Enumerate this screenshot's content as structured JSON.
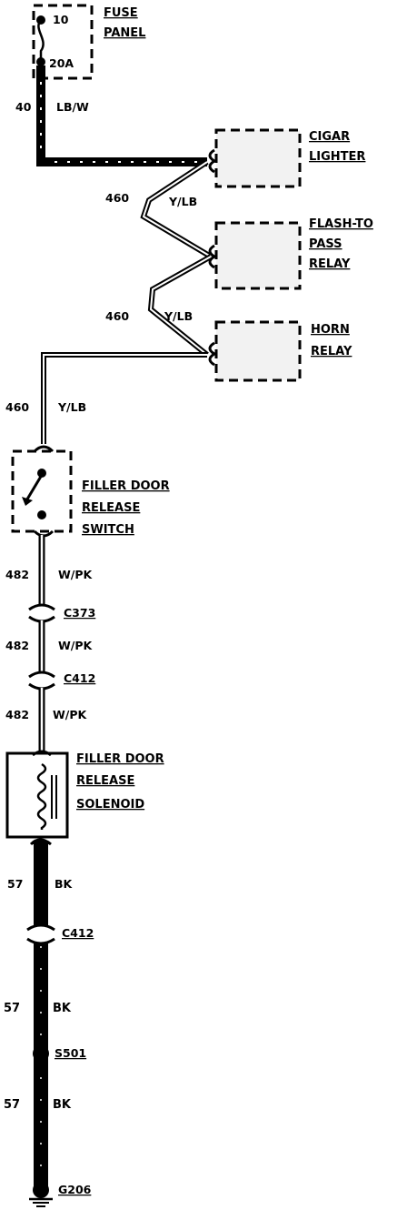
{
  "fuse_panel": {
    "label_line1": "FUSE",
    "label_line2": "PANEL",
    "fuse_number": "10",
    "fuse_rating": "20A"
  },
  "wires": {
    "w40": {
      "number": "40",
      "color": "LB/W"
    },
    "w460a": {
      "number": "460",
      "color": "Y/LB"
    },
    "w460b": {
      "number": "460",
      "color": "Y/LB"
    },
    "w460c": {
      "number": "460",
      "color": "Y/LB"
    },
    "w482a": {
      "number": "482",
      "color": "W/PK"
    },
    "w482b": {
      "number": "482",
      "color": "W/PK"
    },
    "w482c": {
      "number": "482",
      "color": "W/PK"
    },
    "w57a": {
      "number": "57",
      "color": "BK"
    },
    "w57b": {
      "number": "57",
      "color": "BK"
    },
    "w57c": {
      "number": "57",
      "color": "BK"
    }
  },
  "components": {
    "cigar_lighter": {
      "line1": "CIGAR",
      "line2": "LIGHTER"
    },
    "flash_to_pass": {
      "line1": "FLASH-TO",
      "line2": "PASS",
      "line3": "RELAY"
    },
    "horn_relay": {
      "line1": "HORN",
      "line2": "RELAY"
    },
    "filler_switch": {
      "line1": "FILLER DOOR",
      "line2": "RELEASE",
      "line3": "SWITCH"
    },
    "filler_solenoid": {
      "line1": "FILLER DOOR",
      "line2": "RELEASE",
      "line3": "SOLENOID"
    }
  },
  "connectors": {
    "c373": "C373",
    "c412_upper": "C412",
    "c412_lower": "C412",
    "splice": "S501",
    "ground": "G206"
  }
}
